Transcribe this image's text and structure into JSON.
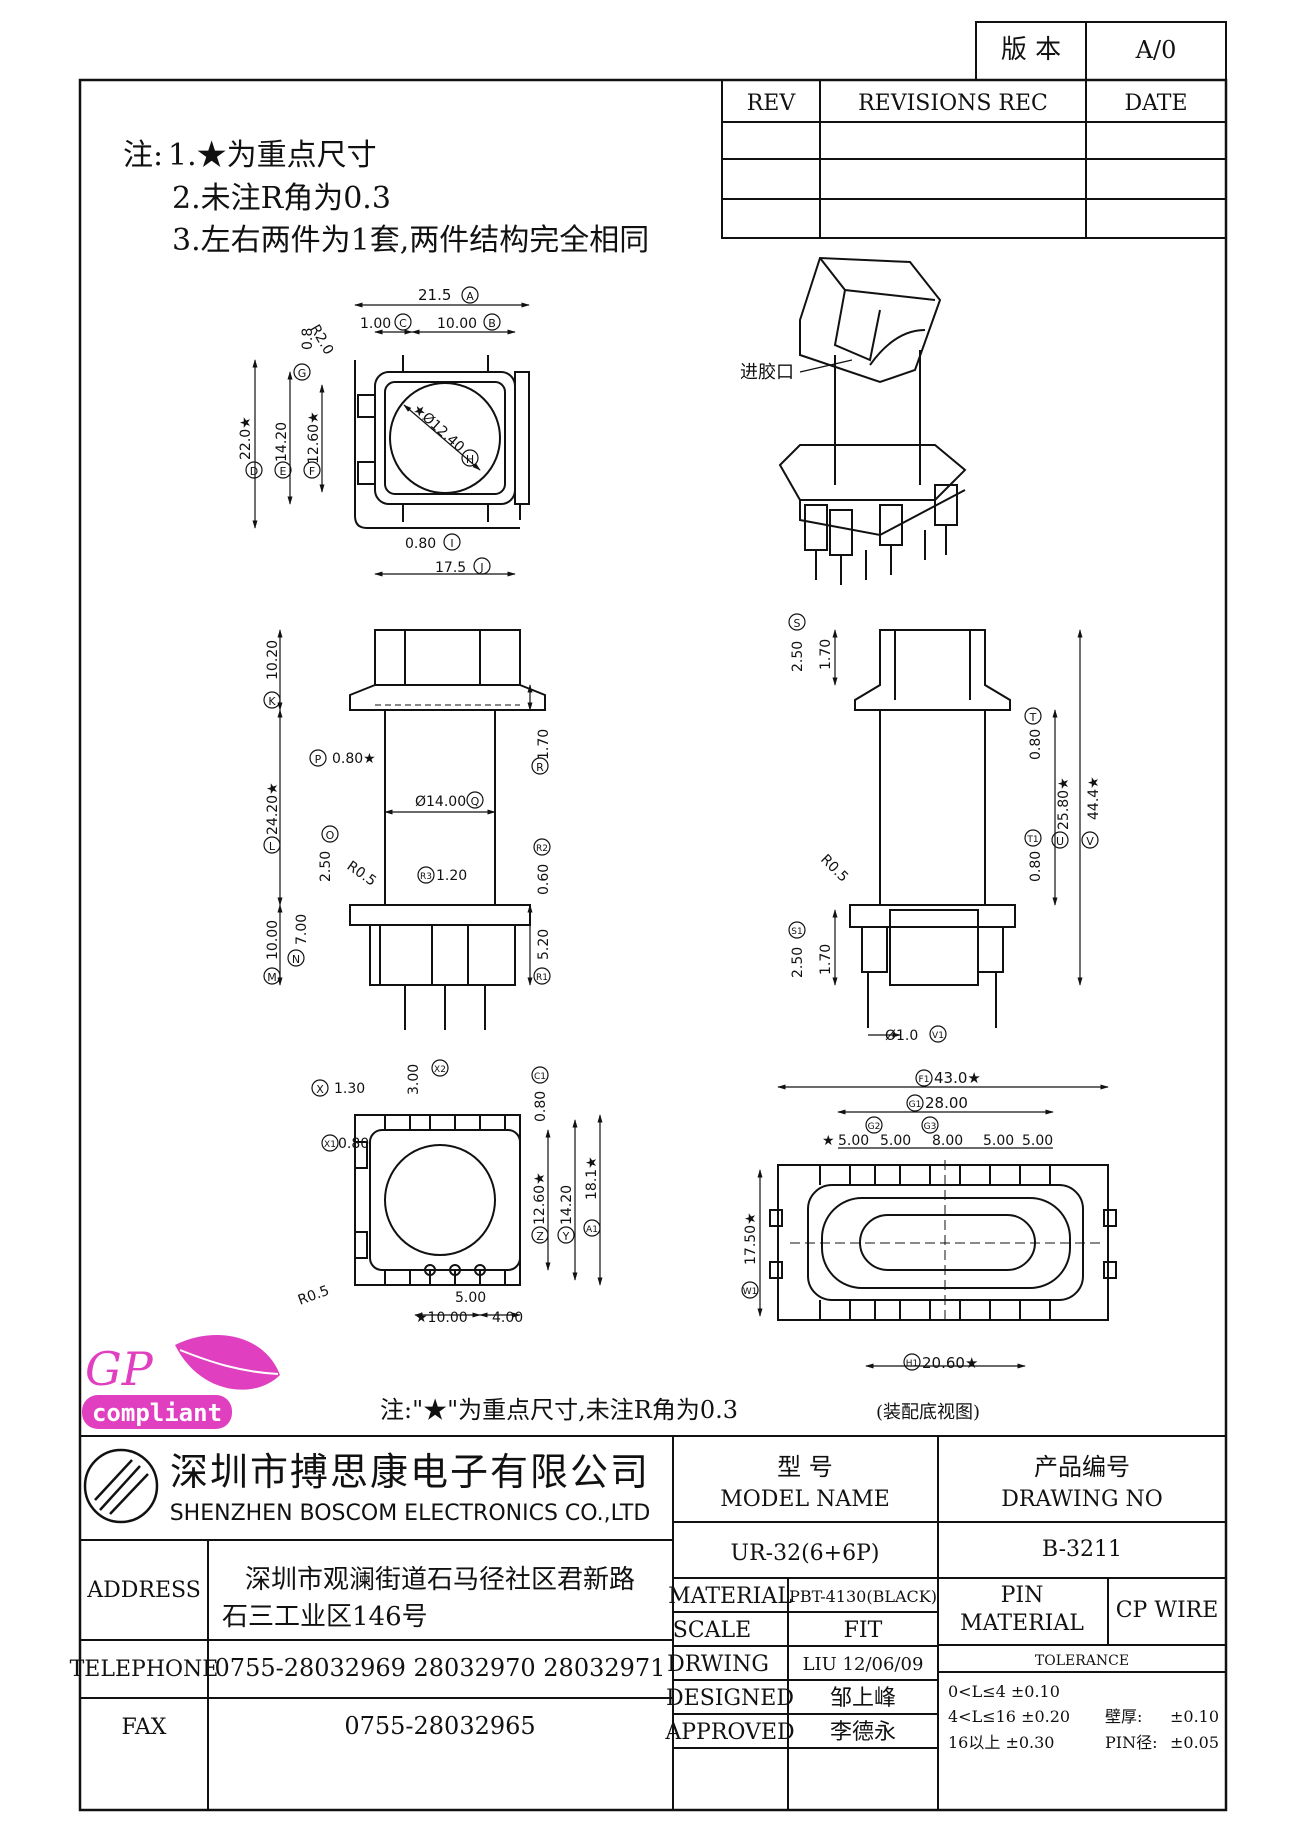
{
  "version": {
    "label": "版 本",
    "value": "A/0"
  },
  "revisions": {
    "col_rev": "REV",
    "col_rec": "REVISIONS REC",
    "col_date": "DATE"
  },
  "notes": {
    "prefix": "注:",
    "n1": "1.★为重点尺寸",
    "n2": "2.未注R角为0.3",
    "n3": "3.左右两件为1套,两件结构完全相同"
  },
  "top_view": {
    "d_215": "21.5",
    "A": "A",
    "d_100c": "1.00",
    "C": "C",
    "d_1000": "10.00",
    "B": "B",
    "r20": "R2.0",
    "d_08": "0.8",
    "G": "G",
    "d_220": "22.0★",
    "D": "D",
    "d_1420": "14.20",
    "E": "E",
    "d_1260": "12.60★",
    "F": "F",
    "dia": "★Ø12.40",
    "H": "H",
    "d_080i": "0.80",
    "I": "I",
    "d_175": "17.5",
    "J": "J"
  },
  "iso_view": {
    "gate_label": "进胶口"
  },
  "front_view": {
    "d_1020": "10.20",
    "K": "K",
    "d_080p": "0.80★",
    "P": "P",
    "d_170r": "1.70",
    "R": "R",
    "dia14": "Ø14.00",
    "Q": "Q",
    "d_2420": "24.20★",
    "L": "L",
    "d_250o": "2.50",
    "O": "O",
    "r05": "R0.5",
    "d_120": "1.20",
    "R3": "R3",
    "d_060": "0.60",
    "R2": "R2",
    "d_700": "7.00",
    "N": "N",
    "d_1000m": "10.00",
    "M": "M",
    "d_520": "5.20",
    "R1": "R1"
  },
  "side_view": {
    "d_250s": "2.50",
    "d_170s": "1.70",
    "S": "S",
    "d_080t": "0.80",
    "T": "T",
    "d_2580": "25.80★",
    "U": "U",
    "d_444": "44.4★",
    "V": "V",
    "d_080t1": "0.80",
    "T1": "T1",
    "r05": "R0.5",
    "d_250s1": "2.50",
    "d_170s1": "1.70",
    "S1": "S1",
    "d_10": "Ø1.0",
    "V1": "V1"
  },
  "bottom_view": {
    "d_130": "1.30",
    "X": "X",
    "d_300": "3.00",
    "X2": "X2",
    "d_080x1": "0.80",
    "X1": "X1",
    "d_080c1": "0.80",
    "C1": "C1",
    "d_1260": "12.60★",
    "Z": "Z",
    "d_1420": "14.20",
    "Y": "Y",
    "d_181": "18.1★",
    "A1": "A1",
    "r05": "R0.5",
    "d_500": "5.00",
    "d_1000": "★10.00",
    "d_400": "4.00"
  },
  "assembly_view": {
    "d_430": "43.0★",
    "F1": "F1",
    "d_2800": "28.00",
    "G1": "G1",
    "G2": "G2",
    "G3": "G3",
    "d_500a": "5.00",
    "d_500b": "5.00",
    "d_800": "8.00",
    "d_500c": "5.00",
    "d_500d": "5.00",
    "d_1750": "17.50★",
    "W1": "W1",
    "d_2060": "20.60★",
    "H1": "H1"
  },
  "footer_note": "注:\"★\"为重点尺寸,未注R角为0.3",
  "footer_note_sub": "(装配底视图)",
  "logo": {
    "gp": "GP",
    "compliant": "compliant"
  },
  "company": {
    "name_cn": "深圳市搏思康电子有限公司",
    "name_en": "SHENZHEN BOSCOM ELECTRONICS CO.,LTD"
  },
  "title_block": {
    "model_cn": "型    号",
    "model_en": "MODEL NAME",
    "drawing_cn": "产品编号",
    "drawing_en": "DRAWING NO",
    "model_value": "UR-32(6+6P)",
    "drawing_value": "B-3211",
    "address_label": "ADDRESS",
    "address_1": "深圳市观澜街道石马径社区君新路",
    "address_2": "石三工业区146号",
    "telephone_label": "TELEPHONE",
    "telephone": "0755-28032969 28032970 28032971",
    "fax_label": "FAX",
    "fax": "0755-28032965",
    "material_label": "MATERIAL",
    "material": "PBT-4130(BLACK)",
    "pin_label_1": "PIN",
    "pin_label_2": "MATERIAL",
    "pin_material": "CP WIRE",
    "scale_label": "SCALE",
    "scale": "FIT",
    "drawing_label": "DRWING",
    "drawing_by": "LIU 12/06/09",
    "designed_label": "DESIGNED",
    "designed_by": "邹上峰",
    "approved_label": "APPROVED",
    "approved_by": "李德永",
    "tolerance_label": "TOLERANCE",
    "tol_1": "0<L≤4  ±0.10",
    "tol_2": "4<L≤16  ±0.20",
    "tol_3": "16以上    ±0.30",
    "wall_label": "壁厚:",
    "wall_value": "±0.10",
    "pin_dia_label": "PIN径:",
    "pin_dia_value": "±0.05"
  }
}
